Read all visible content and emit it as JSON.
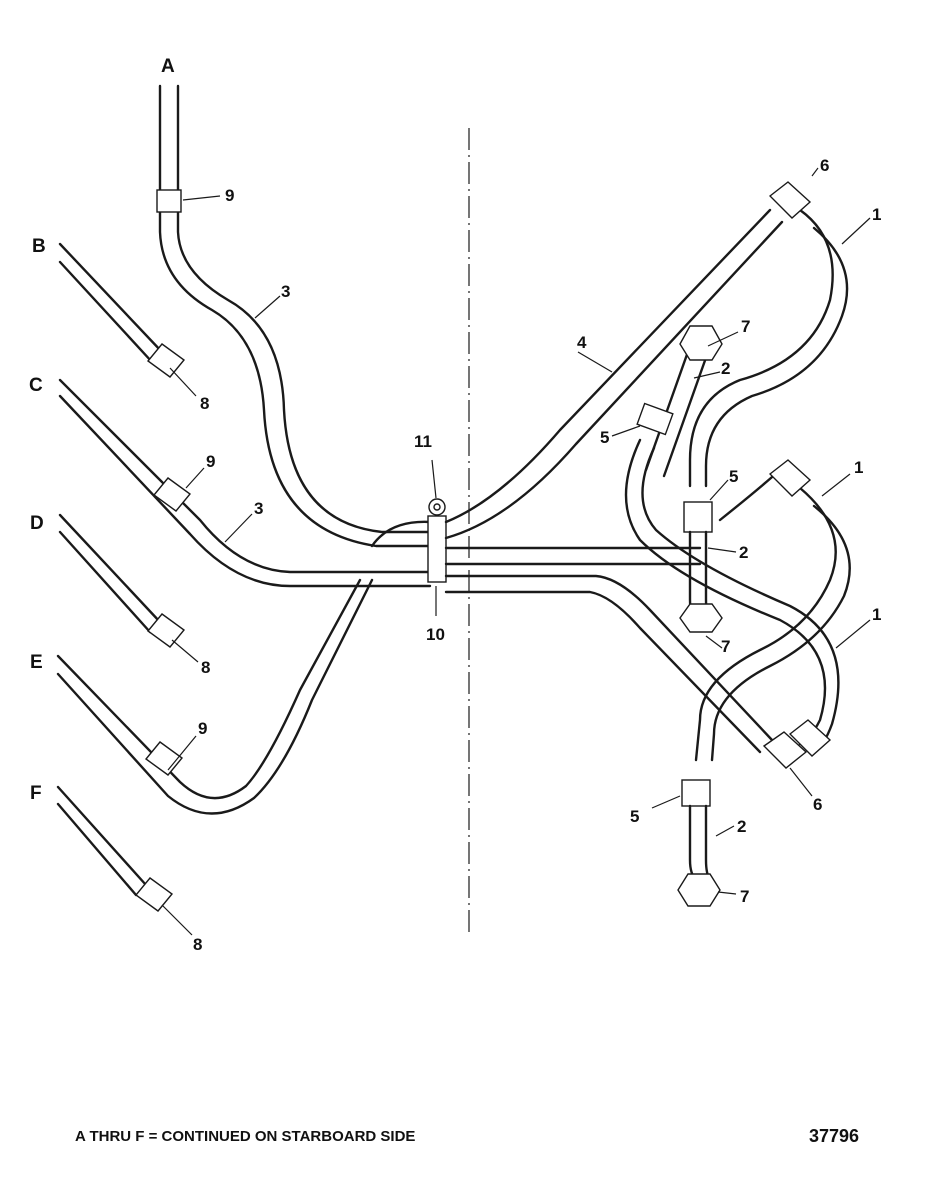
{
  "labels": {
    "lines": [
      "A",
      "B",
      "C",
      "D",
      "E",
      "F"
    ],
    "callouts": {
      "c1a": "1",
      "c1b": "1",
      "c1c": "1",
      "c2a": "2",
      "c2b": "2",
      "c2c": "2",
      "c3a": "3",
      "c3b": "3",
      "c4": "4",
      "c5a": "5",
      "c5b": "5",
      "c5c": "5",
      "c6a": "6",
      "c6b": "6",
      "c7a": "7",
      "c7b": "7",
      "c7c": "7",
      "c8a": "8",
      "c8b": "8",
      "c8c": "8",
      "c9a": "9",
      "c9b": "9",
      "c9c": "9",
      "c10": "10",
      "c11": "11"
    }
  },
  "footer": {
    "note": "A THRU F = CONTINUED ON STARBOARD SIDE",
    "figure_number": "37796"
  }
}
